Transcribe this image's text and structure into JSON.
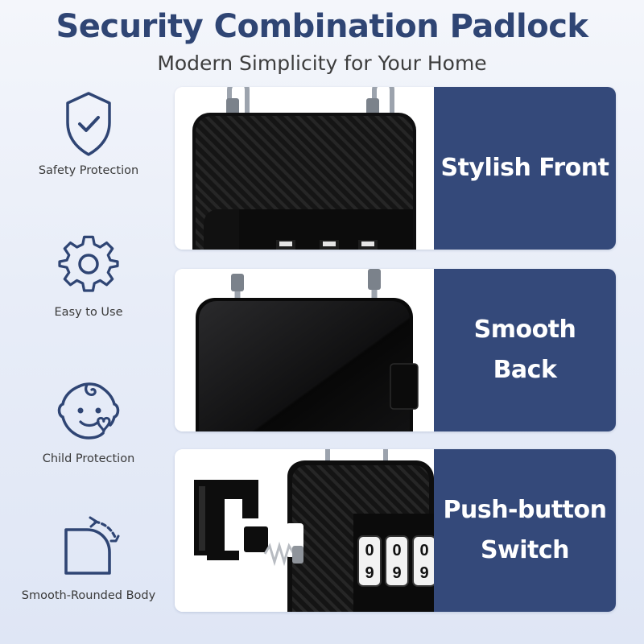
{
  "header": {
    "title": "Security Combination Padlock",
    "subtitle": "Modern Simplicity for Your Home"
  },
  "features": [
    {
      "icon": "shield-check-icon",
      "label": "Safety Protection"
    },
    {
      "icon": "gear-icon",
      "label": "Easy to Use"
    },
    {
      "icon": "baby-face-icon",
      "label": "Child Protection"
    },
    {
      "icon": "rounded-corner-icon",
      "label": "Smooth-Rounded Body"
    }
  ],
  "panels": [
    {
      "caption": "Stylish Front",
      "image": "padlock-front-photo"
    },
    {
      "caption": "Smooth Back",
      "image": "padlock-back-photo"
    },
    {
      "caption": "Push-button Switch",
      "image": "padlock-button-photo",
      "dial_digits": [
        "0",
        "0",
        "0",
        "9",
        "9",
        "9"
      ]
    }
  ],
  "colors": {
    "title": "#2f4574",
    "caption_bg": "#34497a",
    "icon_stroke": "#2f4574",
    "padlock_body": "#111111"
  }
}
